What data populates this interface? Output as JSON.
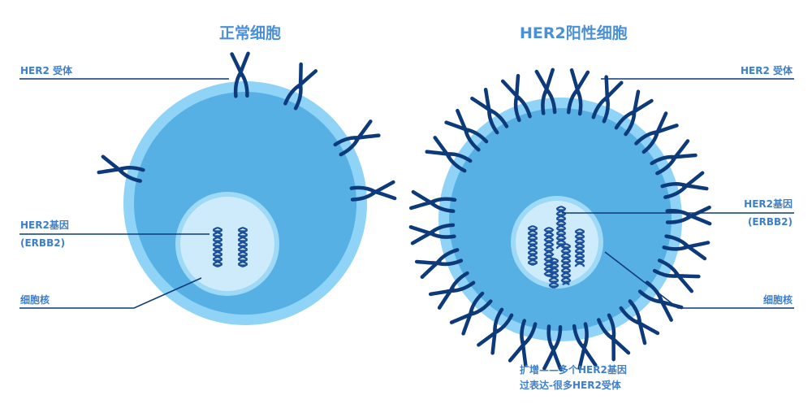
{
  "titles": {
    "normal_cell": "正常细胞",
    "her2_cell": "HER2阳性细胞"
  },
  "left_labels": {
    "receptor": "HER2  受体",
    "gene": "HER2基因",
    "gene_code": "(ERBB2)",
    "nucleus": "细胞核"
  },
  "right_labels": {
    "receptor": "HER2  受体",
    "gene": "HER2基因",
    "gene_code": "(ERBB2)",
    "nucleus": "细胞核"
  },
  "caption": {
    "line1": "扩增——多个HER2基因",
    "line2": "过表达-很多HER2受体"
  },
  "colors": {
    "outer_membrane": "#8fd3f7",
    "cytoplasm": "#57b0e4",
    "nucleus_outer": "#9ed9f6",
    "nucleus_inner": "#cdebfb",
    "receptor": "#0d3a7a",
    "line": "#0d3a7a",
    "text": "#3d7fc9"
  }
}
